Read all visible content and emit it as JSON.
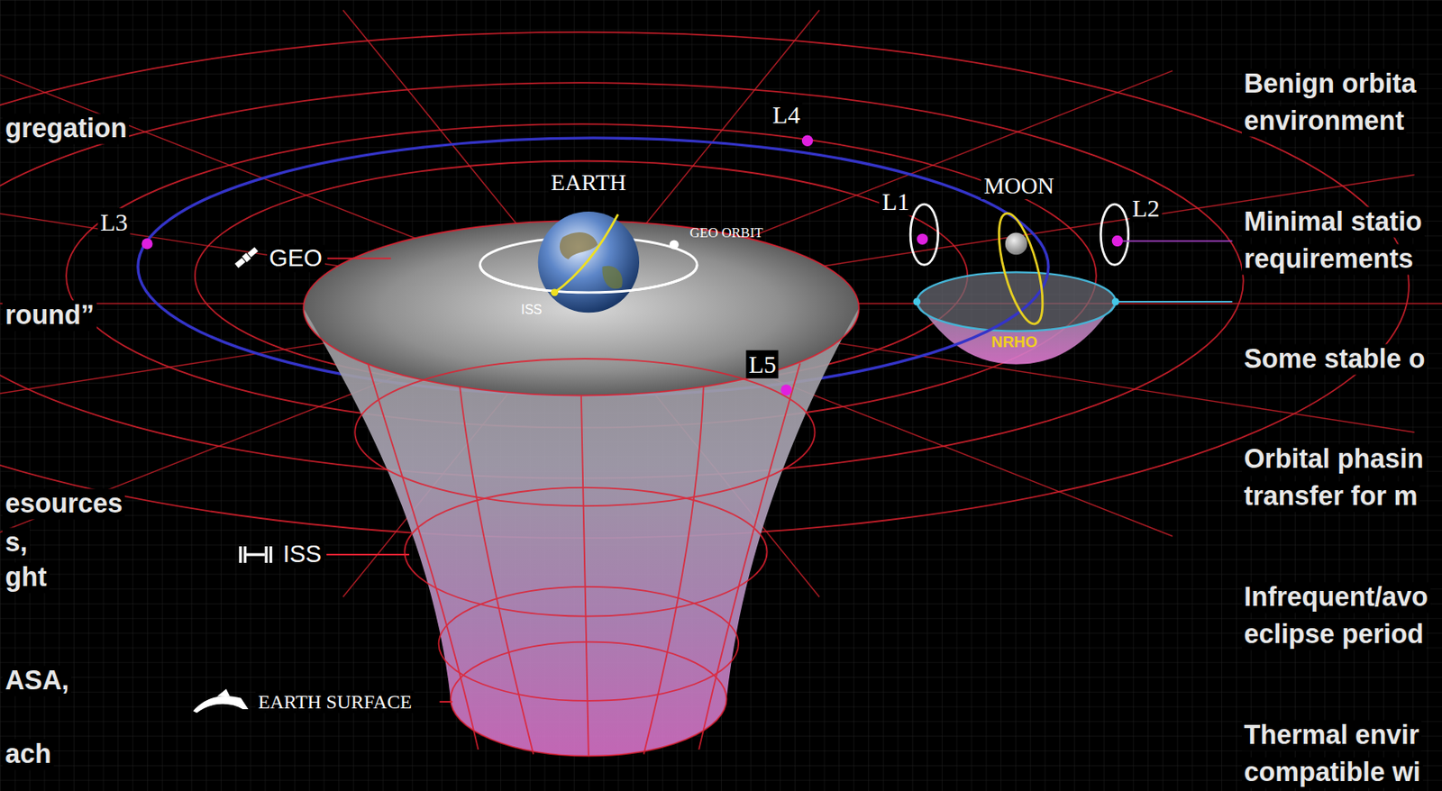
{
  "diagram": {
    "labels": [
      "gregation",
      "round”",
      "esources",
      "s,",
      "ght",
      "ASA,",
      "ach",
      "L4",
      "EARTH",
      "MOON",
      "L1",
      "L2",
      "L3",
      "GEO",
      "GEO ORBIT",
      "ISS",
      "NRHO",
      "L5",
      "ISS",
      "EARTH SURFACE",
      "Benign orbita",
      "environment",
      "Minimal statio",
      "requirements",
      "Some stable o",
      "Orbital phasin",
      "transfer for m",
      "Infrequent/avo",
      "eclipse period",
      "Thermal envir",
      "compatible wi"
    ]
  }
}
